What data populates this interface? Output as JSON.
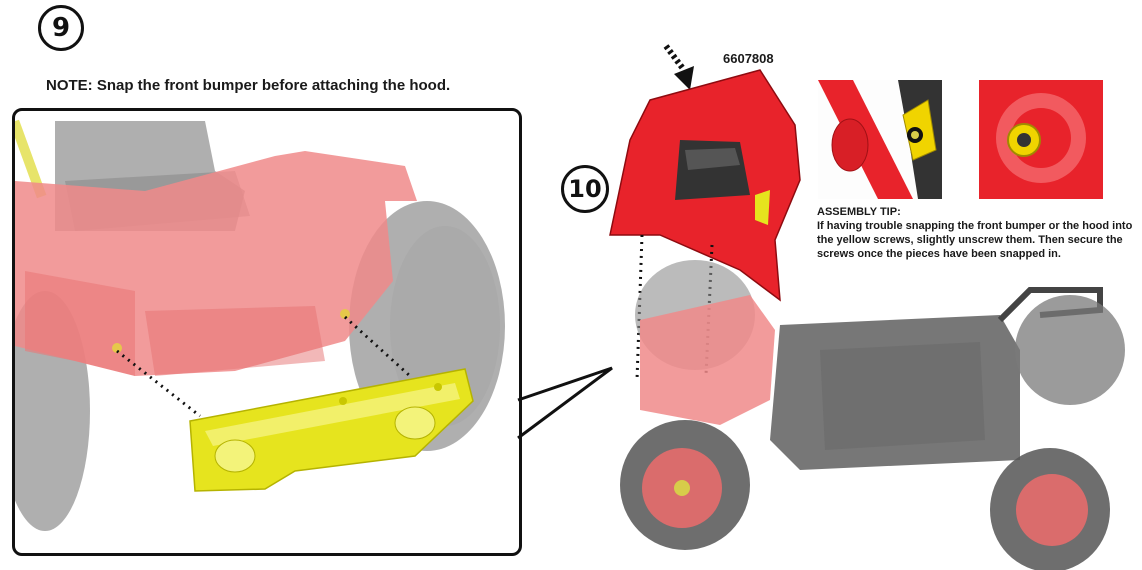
{
  "step9": {
    "number": "9",
    "note": "NOTE: Snap the front bumper before attaching the hood."
  },
  "step10": {
    "number": "10",
    "part_number": "6607808",
    "tip_title": "ASSEMBLY TIP:",
    "tip_text": "If having trouble snapping the front bumper or the hood into the yellow screws, slightly unscrew them. Then secure the screws once the pieces have been snapped in."
  },
  "colors": {
    "hood_red": "#e8232b",
    "faded_red": "#f08a8a",
    "bumper_yellow": "#e6e41e",
    "tire_gray": "#8a8a8a",
    "frame_dark": "#3a3a3a"
  },
  "icons": [
    "press-down-arrow-icon",
    "screw-icon"
  ]
}
